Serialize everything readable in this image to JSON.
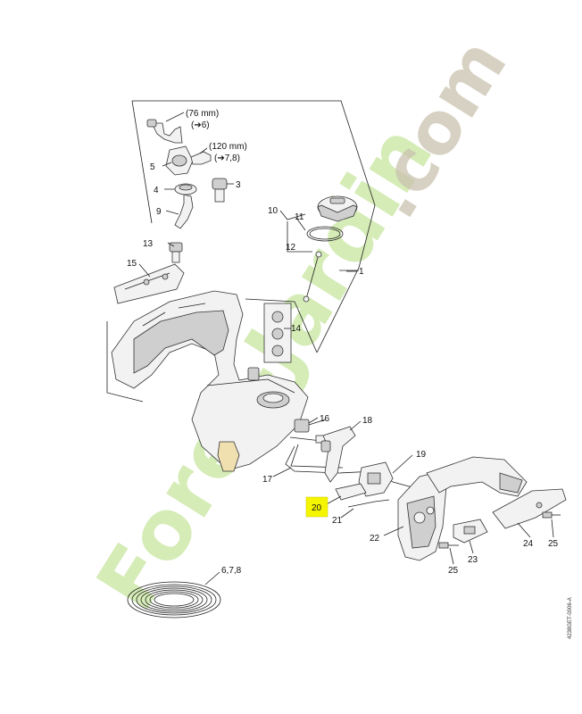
{
  "callouts": {
    "c1": "1",
    "c3": "3",
    "c4": "4",
    "c5": "5",
    "c9": "9",
    "c10": "10",
    "c11": "11",
    "c12": "12",
    "c13": "13",
    "c14": "14",
    "c15": "15",
    "c16": "16",
    "c17": "17",
    "c18": "18",
    "c19": "19",
    "c20": "20",
    "c21": "21",
    "c22": "22",
    "c23": "23",
    "c24": "24",
    "c25a": "25",
    "c25b": "25",
    "c678": "6,7,8"
  },
  "hose_notes": {
    "len1": "(76 mm)",
    "ref1": "(➔6)",
    "len2": "(120 mm)",
    "ref2": "(➔7,8)"
  },
  "highlight_color": "#f5f500",
  "watermark": {
    "green_text": "Foret-Jardin",
    "grey_text": ".com",
    "green_color": "#c8e6a0",
    "grey_color": "#c9c2ae"
  },
  "drawing_code": "4238GET-0006-A"
}
